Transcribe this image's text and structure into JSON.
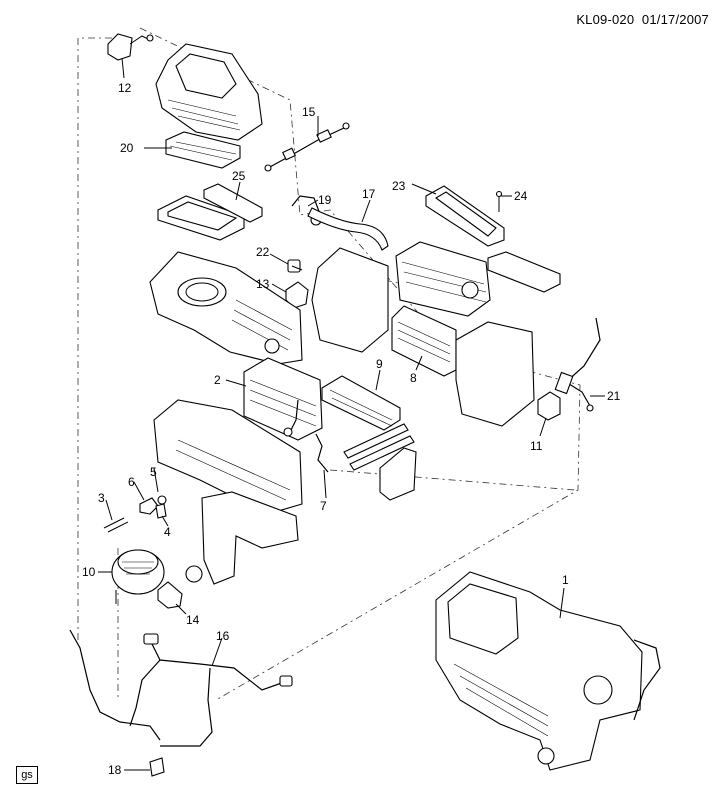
{
  "header": {
    "code": "KL09-020",
    "date": "01/17/2007"
  },
  "badge": "gs",
  "callouts": [
    {
      "id": "1",
      "label": "1"
    },
    {
      "id": "2",
      "label": "2"
    },
    {
      "id": "3",
      "label": "3"
    },
    {
      "id": "4",
      "label": "4"
    },
    {
      "id": "5",
      "label": "5"
    },
    {
      "id": "6",
      "label": "6"
    },
    {
      "id": "7",
      "label": "7"
    },
    {
      "id": "8",
      "label": "8"
    },
    {
      "id": "9",
      "label": "9"
    },
    {
      "id": "10",
      "label": "10"
    },
    {
      "id": "11",
      "label": "11"
    },
    {
      "id": "12",
      "label": "12"
    },
    {
      "id": "13",
      "label": "13"
    },
    {
      "id": "14",
      "label": "14"
    },
    {
      "id": "15",
      "label": "15"
    },
    {
      "id": "16",
      "label": "16"
    },
    {
      "id": "17",
      "label": "17"
    },
    {
      "id": "18",
      "label": "18"
    },
    {
      "id": "19",
      "label": "19"
    },
    {
      "id": "20",
      "label": "20"
    },
    {
      "id": "21",
      "label": "21"
    },
    {
      "id": "22",
      "label": "22"
    },
    {
      "id": "23",
      "label": "23"
    },
    {
      "id": "24",
      "label": "24"
    },
    {
      "id": "25",
      "label": "25"
    }
  ]
}
